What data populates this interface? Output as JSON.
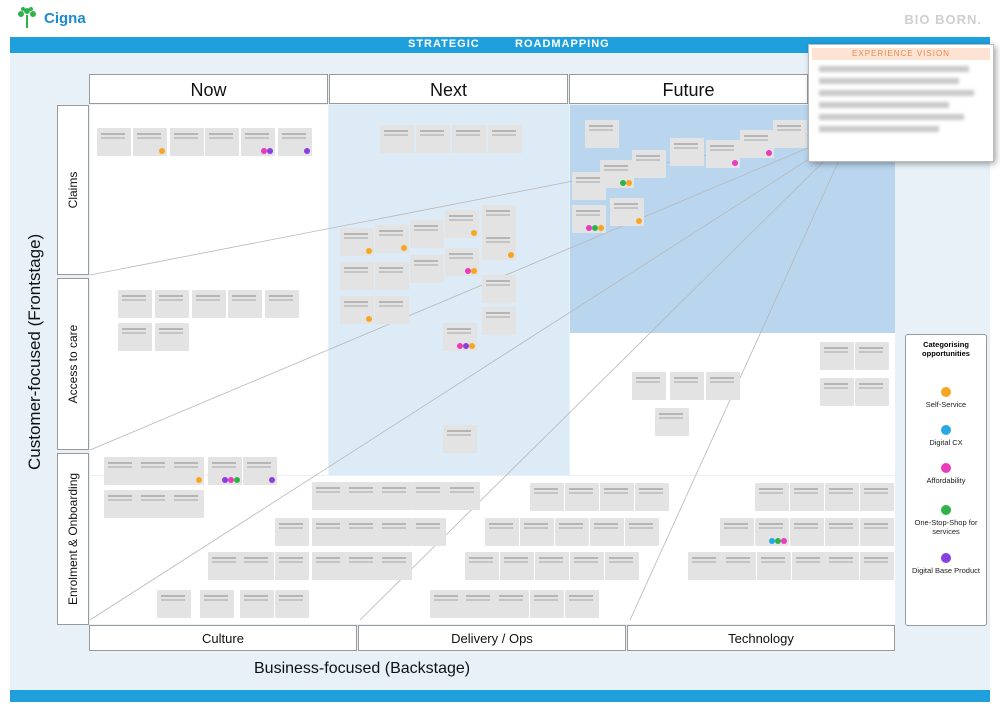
{
  "brand": {
    "name": "Cigna",
    "partner": "BIO BORN."
  },
  "topbar": {
    "left": "STRATEGIC",
    "right": "ROADMAPPING"
  },
  "columns": [
    "Now",
    "Next",
    "Future"
  ],
  "rows": [
    "Claims",
    "Access to care",
    "Enrolment & Onboarding"
  ],
  "backstage_sections": [
    "Culture",
    "Delivery / Ops",
    "Technology"
  ],
  "axis": {
    "y": "Customer-focused (Frontstage)",
    "x": "Business-focused (Backstage)"
  },
  "vision": {
    "title": "EXPERIENCE VISION"
  },
  "legend": {
    "title": "Categorising opportunities",
    "items": [
      {
        "label": "Self-Service",
        "color": "#f5a623"
      },
      {
        "label": "Digital CX",
        "color": "#29a8e6"
      },
      {
        "label": "Affordability",
        "color": "#e93cbb"
      },
      {
        "label": "One-Stop-Shop for services",
        "color": "#2fb24a"
      },
      {
        "label": "Digital Base Product",
        "color": "#8a3fe0"
      }
    ]
  },
  "colors": {
    "accent": "#1fa0dd",
    "brand": "#1a8bcf"
  }
}
